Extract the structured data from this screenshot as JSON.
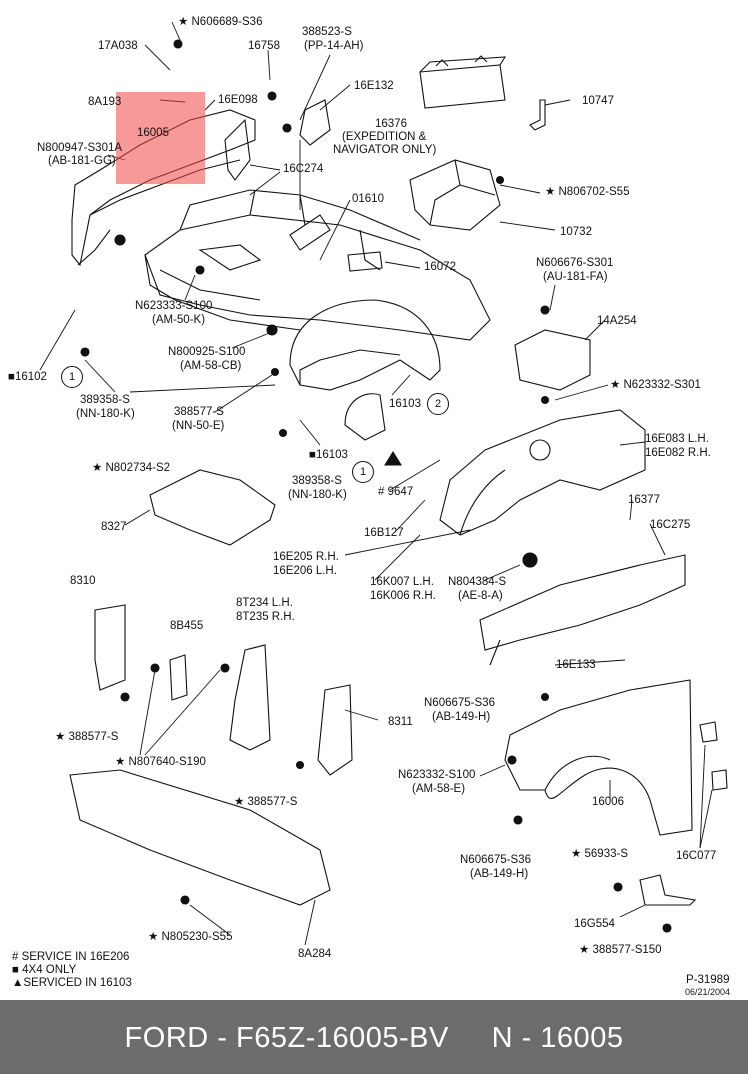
{
  "labels": {
    "n606689": "★ N606689-S36",
    "p17a038": "17A038",
    "p16758": "16758",
    "p388523": "388523-S",
    "p388523b": "(PP-14-AH)",
    "p8a193": "8A193",
    "p16e098": "16E098",
    "p16e132": "16E132",
    "p10747": "10747",
    "p16005": "16005",
    "n800947": "N800947-S301A",
    "n800947b": "(AB-181-GG)",
    "p16376": "16376",
    "p16376b": "(EXPEDITION &",
    "p16376c": "NAVIGATOR ONLY)",
    "p16c274": "16C274",
    "n806702": "★ N806702-S55",
    "p01610": "01610",
    "p10732": "10732",
    "p16072": "16072",
    "n606676": "N606676-S301",
    "n606676b": "(AU-181-FA)",
    "n623333": "N623333-S100",
    "n623333b": "(AM-50-K)",
    "p14a254": "14A254",
    "n800925": "N800925-S100",
    "n800925b": "(AM-58-CB)",
    "p16102": "■16102",
    "c1": "1",
    "c2": "2",
    "n623332a": "★ N623332-S301",
    "p389358a": "389358-S",
    "p389358ab": "(NN-180-K)",
    "p388577a": "388577-S",
    "p388577ab": "(NN-50-E)",
    "p16103a": "16103",
    "p16103b": "■16103",
    "p16e083": "16E083 L.H.",
    "p16e082": "16E082 R.H.",
    "n802734": "★ N802734-S2",
    "p389358b": "389358-S",
    "p389358bb": "(NN-180-K)",
    "c1b": "1",
    "p9647": "# 9647",
    "p16377": "16377",
    "p8327": "8327",
    "p16b127": "16B127",
    "p16c275": "16C275",
    "p16e205": "16E205 R.H.",
    "p16e206": "16E206 L.H.",
    "p16k007": "16K007 L.H.",
    "p16k006": "16K006 R.H.",
    "n804384": "N804384-S",
    "n804384b": "(AE-8-A)",
    "p8310": "8310",
    "p8t234": "8T234 L.H.",
    "p8t235": "8T235 R.H.",
    "p8b455": "8B455",
    "p16e133": "16E133",
    "n606675a": "N606675-S36",
    "n606675ab": "(AB-149-H)",
    "p388577b": "★ 388577-S",
    "p8311": "8311",
    "n807640": "★ N807640-S190",
    "n623332b": "N623332-S100",
    "n623332bb": "(AM-58-E)",
    "p388577c": "★ 388577-S",
    "p16006": "16006",
    "n606675b": "N606675-S36",
    "n606675bb": "(AB-149-H)",
    "p56933": "★ 56933-S",
    "p16c077": "16C077",
    "n805230": "★ N805230-S55",
    "p16g554": "16G554",
    "p8a284": "8A284",
    "p388577s150": "★ 388577-S150",
    "p31989": "P-31989",
    "pdate": "06/21/2004"
  },
  "legend": [
    "# SERVICE IN 16E206",
    "■ 4X4 ONLY",
    "▲SERVICED IN 16103"
  ],
  "footer": {
    "text": "FORD - F65Z-16005-BV     N - 16005"
  },
  "colors": {
    "highlight": "#f04646",
    "footer_bg": "#6c6c6c",
    "line": "#111111"
  }
}
